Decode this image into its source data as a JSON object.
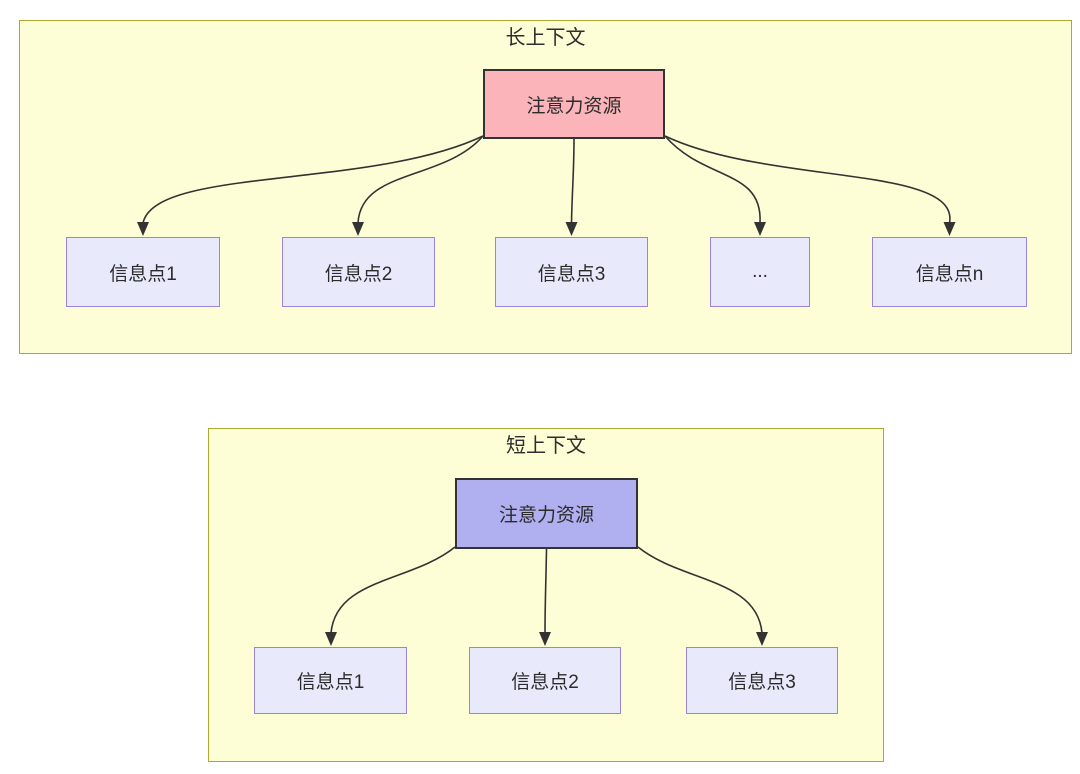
{
  "sections": [
    {
      "title": "长上下文",
      "hub": {
        "label": "注意力资源",
        "fill": "#fbb4ba"
      },
      "children": [
        {
          "label": "信息点1"
        },
        {
          "label": "信息点2"
        },
        {
          "label": "信息点3"
        },
        {
          "label": "..."
        },
        {
          "label": "信息点n"
        }
      ]
    },
    {
      "title": "短上下文",
      "hub": {
        "label": "注意力资源",
        "fill": "#b0b0f0"
      },
      "children": [
        {
          "label": "信息点1"
        },
        {
          "label": "信息点2"
        },
        {
          "label": "信息点3"
        }
      ]
    }
  ],
  "colors": {
    "panel_fill": "#fdfdd6",
    "panel_border": "#aaaa33",
    "info_fill": "#e9e9fc",
    "info_border": "#9b85d8",
    "hub_border": "#333333",
    "hub_long_fill": "#fbb4ba",
    "hub_short_fill": "#b0b0f0",
    "arrow_color": "#333333",
    "text_color": "#2b2b2b"
  }
}
